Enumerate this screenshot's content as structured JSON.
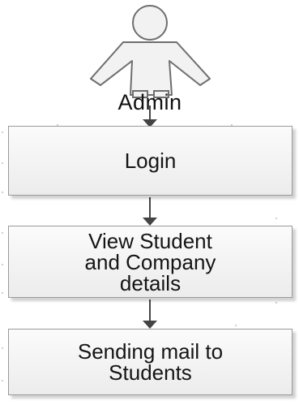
{
  "actor": {
    "label": "Admin",
    "icon": "stick-figure-icon"
  },
  "steps": [
    {
      "label": "Login"
    },
    {
      "label": "View Student\nand Company\ndetails"
    },
    {
      "label": "Sending mail to\nStudents"
    }
  ],
  "colors": {
    "line": "#444444",
    "box_border": "#9a9a9a",
    "box_fill_top": "#fbfbfb",
    "box_fill_bottom": "#ececec",
    "actor_stroke": "#6e6e6e"
  }
}
